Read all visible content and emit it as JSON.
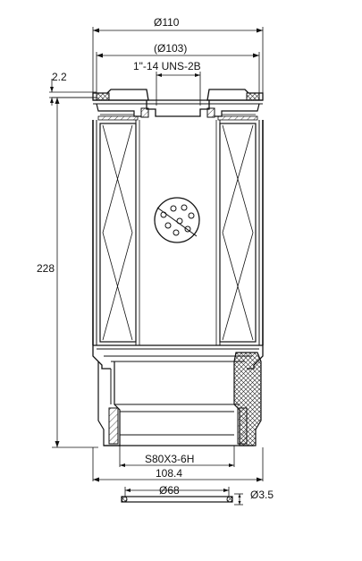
{
  "dimensions": {
    "outer_diameter": "Ø110",
    "inner_diameter": "(Ø103)",
    "top_thread": "1\"-14 UNS-2B",
    "flange_thickness": "2.2",
    "overall_height": "228",
    "bottom_thread": "S80X3-6H",
    "bottom_width": "108.4",
    "oring_diameter": "Ø68",
    "oring_section": "Ø3.5"
  }
}
